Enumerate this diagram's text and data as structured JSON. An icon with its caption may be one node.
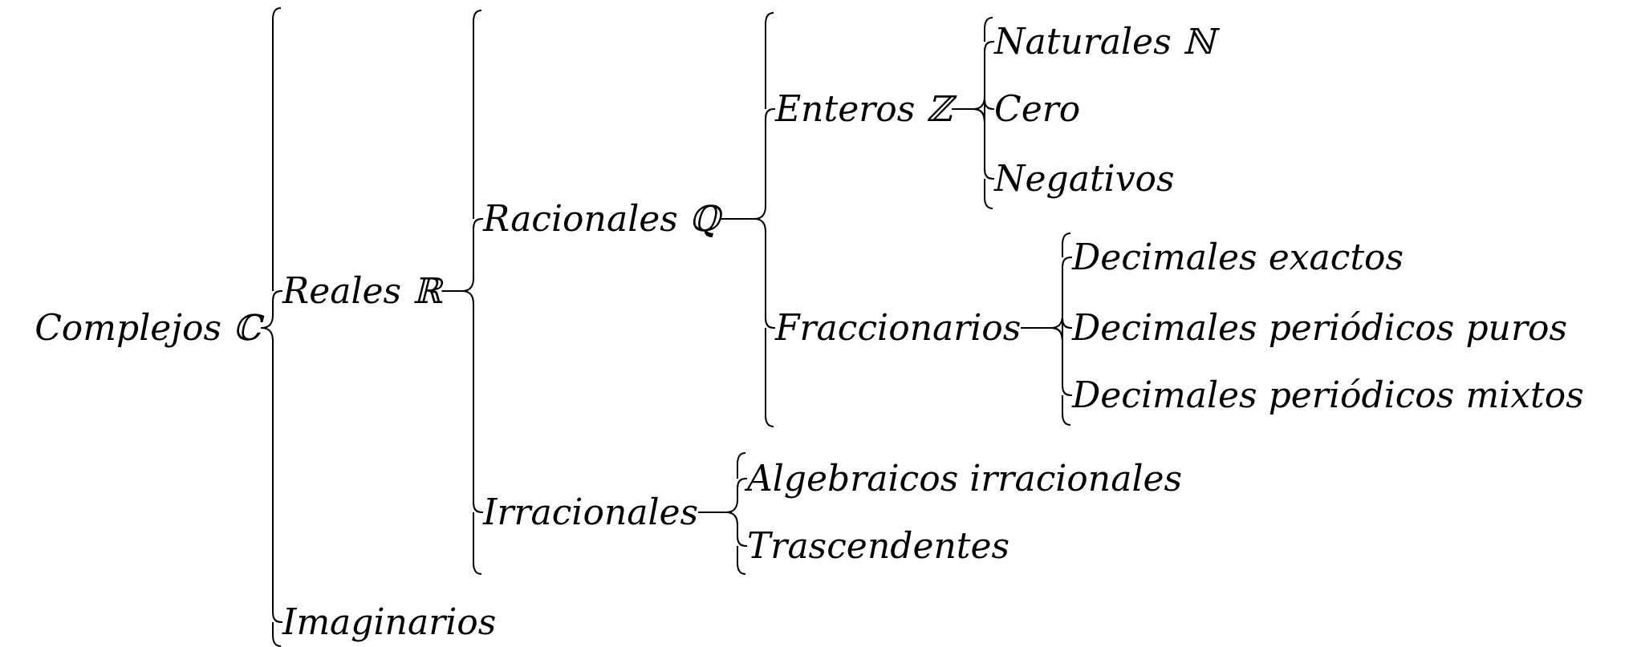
{
  "diagram": {
    "nodes": [
      {
        "text": [
          "Complejos ℂ"
        ]
      },
      {
        "text": [
          "Reales ℝ"
        ]
      },
      {
        "text": [
          "Racionales ℚ"
        ]
      },
      {
        "text": [
          "Enteros ℤ"
        ]
      },
      {
        "text": [
          "Naturales ℕ"
        ]
      },
      {
        "text": [
          "Cero"
        ]
      },
      {
        "text": [
          "Negativos"
        ]
      },
      {
        "text": [
          "Fraccionarios"
        ]
      },
      {
        "text": [
          "Decimales exactos"
        ]
      },
      {
        "text": [
          "Decimales periódicos puros"
        ]
      },
      {
        "text": [
          "Decimales periódicos mixtos"
        ]
      },
      {
        "text": [
          "Irracionales"
        ]
      },
      {
        "text": [
          "Algebraicos irracionales"
        ]
      },
      {
        "text": [
          "Trascendentes"
        ]
      },
      {
        "text": [
          "Imaginarios"
        ]
      }
    ],
    "edges": [
      {
        "from": 0,
        "to": 1,
        "arrow": "none"
      },
      {
        "from": 0,
        "to": 14,
        "arrow": "none"
      },
      {
        "from": 1,
        "to": 2,
        "arrow": "none"
      },
      {
        "from": 1,
        "to": 11,
        "arrow": "none"
      },
      {
        "from": 2,
        "to": 3,
        "arrow": "none"
      },
      {
        "from": 2,
        "to": 7,
        "arrow": "none"
      },
      {
        "from": 3,
        "to": 4,
        "arrow": "none"
      },
      {
        "from": 3,
        "to": 5,
        "arrow": "none"
      },
      {
        "from": 3,
        "to": 6,
        "arrow": "none"
      },
      {
        "from": 7,
        "to": 8,
        "arrow": "none"
      },
      {
        "from": 7,
        "to": 9,
        "arrow": "none"
      },
      {
        "from": 7,
        "to": 10,
        "arrow": "none"
      },
      {
        "from": 11,
        "to": 12,
        "arrow": "none"
      },
      {
        "from": 11,
        "to": 13,
        "arrow": "none"
      }
    ]
  }
}
